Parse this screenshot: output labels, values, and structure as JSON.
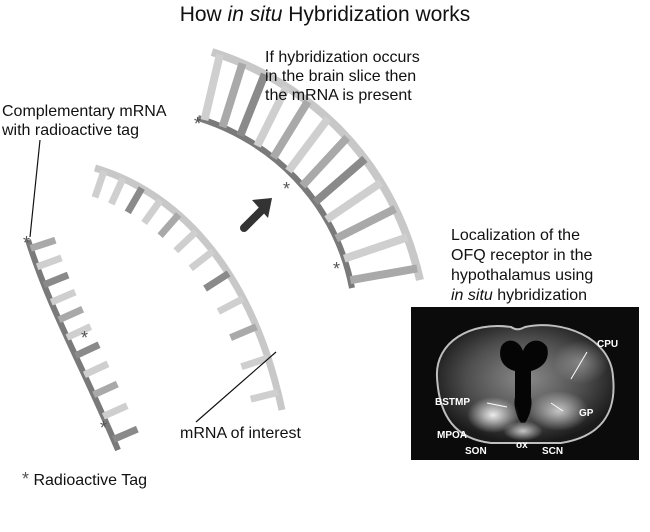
{
  "title": {
    "prefix": "How ",
    "italic": "in situ",
    "suffix": " Hybridization works"
  },
  "callouts": {
    "hybrid_line1": "If hybridization occurs",
    "hybrid_line2": "in the brain slice then",
    "hybrid_line3": "the mRNA is present",
    "probe_line1": "Complementary mRNA",
    "probe_line2": "with radioactive tag",
    "target_label": "mRNA of interest",
    "localization_line1": "Localization of the",
    "localization_line2": "OFQ receptor in the",
    "localization_line3": "hypothalamus using",
    "localization_line4_italic": "in situ",
    "localization_line4_rest": " hybridization"
  },
  "legend": {
    "symbol": "*",
    "label": "Radioactive Tag"
  },
  "brain_labels": {
    "cpu": "CPU",
    "bstmp": "BSTMP",
    "gp": "GP",
    "mpoa": "MPOA",
    "ox": "ox",
    "son": "SON",
    "scn": "SCN"
  },
  "colors": {
    "backbone_dark": "#7a7a7a",
    "backbone_light": "#c8c8c8",
    "tooth_light": "#cfcfcf",
    "tooth_mid": "#a9a9a9",
    "tooth_dark": "#8a8a8a",
    "arrow": "#333333",
    "brain_bg": "#0b0b0b"
  },
  "icons": {
    "arrow": "arrow-right-up-icon",
    "tag": "asterisk-icon"
  }
}
